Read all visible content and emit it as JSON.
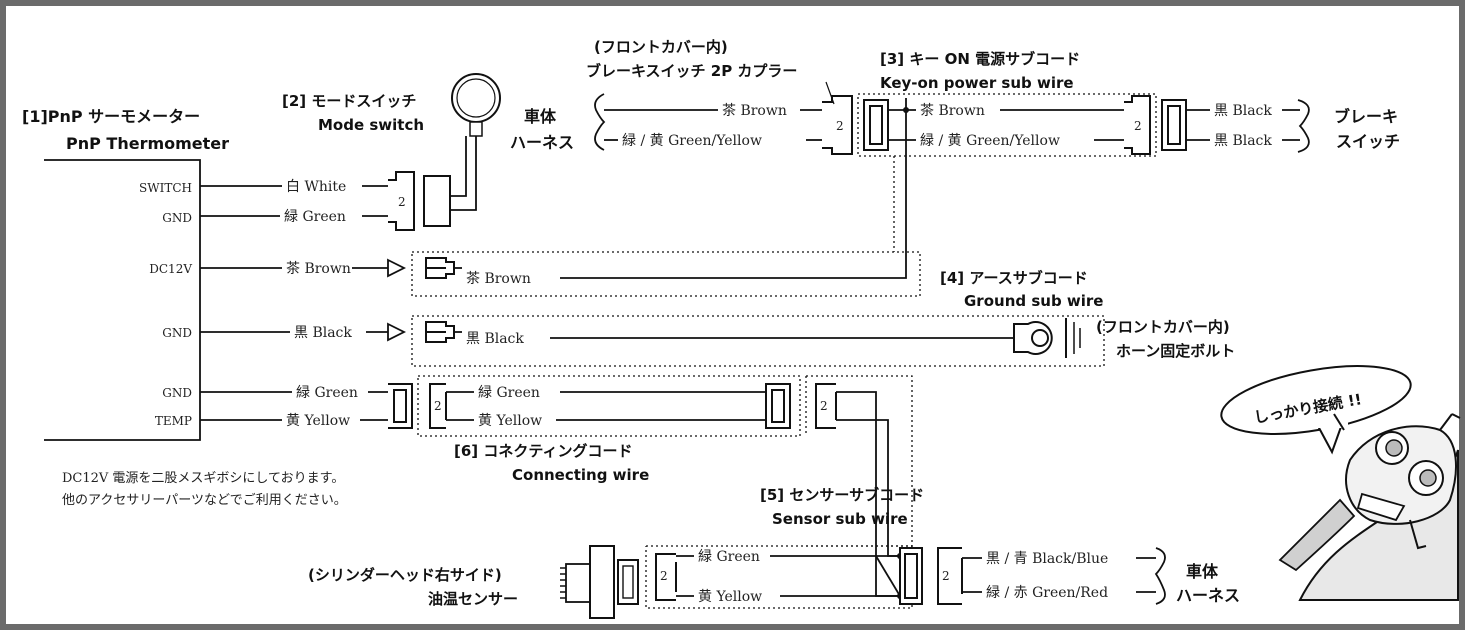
{
  "thermometer": {
    "title_jp": "[1]PnP サーモメーター",
    "title_en": "PnP Thermometer"
  },
  "mode_switch": {
    "title_jp": "[2] モードスイッチ",
    "title_en": "Mode switch"
  },
  "brake_coupler": {
    "line1": "(フロントカバー内)",
    "line2": "ブレーキスイッチ 2P カプラー"
  },
  "key_on": {
    "title_jp": "[3] キー ON 電源サブコード",
    "title_en": "Key-on power sub wire"
  },
  "ground": {
    "title_jp": "[4] アースサブコード",
    "title_en": "Ground sub wire",
    "bolt_line1": "(フロントカバー内)",
    "bolt_line2": "ホーン固定ボルト"
  },
  "connecting": {
    "title_jp": "[6] コネクティングコード",
    "title_en": "Connecting wire"
  },
  "sensor_sub": {
    "title_jp": "[5] センサーサブコード",
    "title_en": "Sensor sub wire"
  },
  "oil_sensor": {
    "line1": "(シリンダーヘッド右サイド)",
    "line2": "油温センサー"
  },
  "harness_top": {
    "line1": "車体",
    "line2": "ハーネス"
  },
  "harness_bottom": {
    "line1": "車体",
    "line2": "ハーネス"
  },
  "brake_switch": {
    "line1": "ブレーキ",
    "line2": "スイッチ"
  },
  "pins": {
    "switch": "SWITCH",
    "gnd1": "GND",
    "dc12v": "DC12V",
    "gnd2": "GND",
    "gnd3": "GND",
    "temp": "TEMP"
  },
  "wires": {
    "white": "白 White",
    "green": "緑 Green",
    "brown": "茶 Brown",
    "black": "黒 Black",
    "yellow": "黄 Yellow",
    "green_yellow": "緑 / 黄 Green/Yellow",
    "black_blue": "黒 / 青 Black/Blue",
    "green_red": "緑 / 赤 Green/Red"
  },
  "coupler_pins": "2",
  "note": {
    "line1": "DC12V 電源を二股メスギボシにしております。",
    "line2": "他のアクセサリーパーツなどでご利用ください。"
  },
  "speech": "しっかり接続 !!"
}
